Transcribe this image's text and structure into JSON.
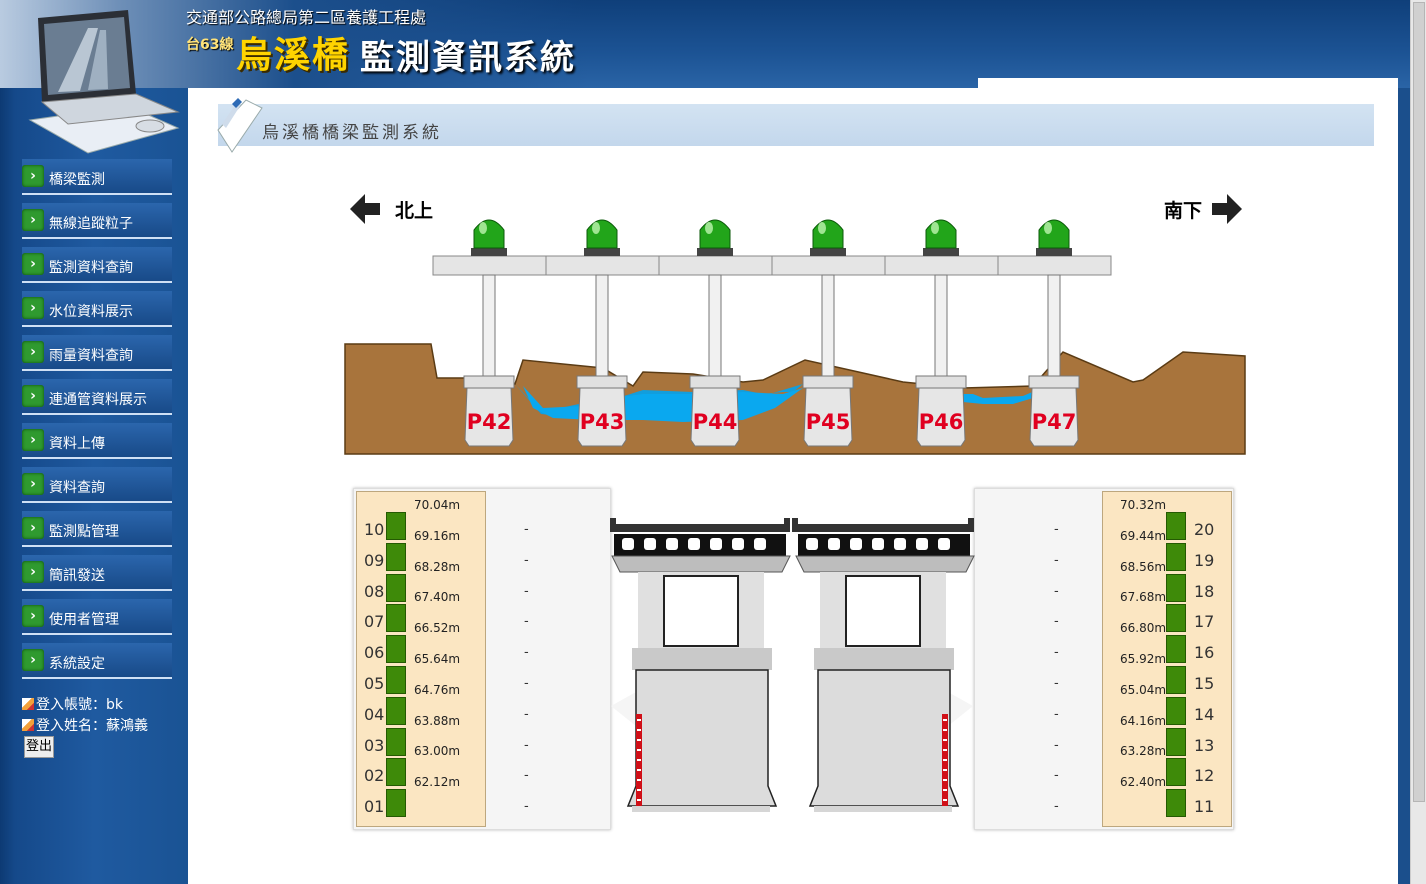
{
  "header": {
    "org": "交通部公路總局第二區養護工程處",
    "route": "台63線",
    "bridge": "烏溪橋",
    "system": "監測資訊系統"
  },
  "sidebar": {
    "items": [
      {
        "label": "橋梁監測"
      },
      {
        "label": "無線追蹤粒子"
      },
      {
        "label": "監測資料查詢"
      },
      {
        "label": "水位資料展示"
      },
      {
        "label": "雨量資料查詢"
      },
      {
        "label": "連通管資料展示"
      },
      {
        "label": "資料上傳"
      },
      {
        "label": "資料查詢"
      },
      {
        "label": "監測點管理"
      },
      {
        "label": "簡訊發送"
      },
      {
        "label": "使用者管理"
      },
      {
        "label": "系統設定"
      }
    ],
    "account_line": "登入帳號：bk",
    "name_line": "登入姓名：蘇鴻義",
    "logout_label": "登出"
  },
  "main": {
    "page_title": "烏溪橋橋梁監測系統",
    "north_label": "北上",
    "south_label": "南下",
    "piers": [
      "P42",
      "P43",
      "P44",
      "P45",
      "P46",
      "P47"
    ],
    "status_light_color": "#22a51a",
    "left_gauge": {
      "indices": [
        "10",
        "09",
        "08",
        "07",
        "06",
        "05",
        "04",
        "03",
        "02",
        "01"
      ],
      "values": [
        "70.04m",
        "69.16m",
        "68.28m",
        "67.40m",
        "66.52m",
        "65.64m",
        "64.76m",
        "63.88m",
        "63.00m",
        "62.12m"
      ],
      "readings": [
        "-",
        "-",
        "-",
        "-",
        "-",
        "-",
        "-",
        "-",
        "-",
        "-"
      ]
    },
    "right_gauge": {
      "indices": [
        "20",
        "19",
        "18",
        "17",
        "16",
        "15",
        "14",
        "13",
        "12",
        "11"
      ],
      "values": [
        "70.32m",
        "69.44m",
        "68.56m",
        "67.68m",
        "66.80m",
        "65.92m",
        "65.04m",
        "64.16m",
        "63.28m",
        "62.40m"
      ],
      "readings": [
        "-",
        "-",
        "-",
        "-",
        "-",
        "-",
        "-",
        "-",
        "-",
        "-"
      ]
    }
  }
}
